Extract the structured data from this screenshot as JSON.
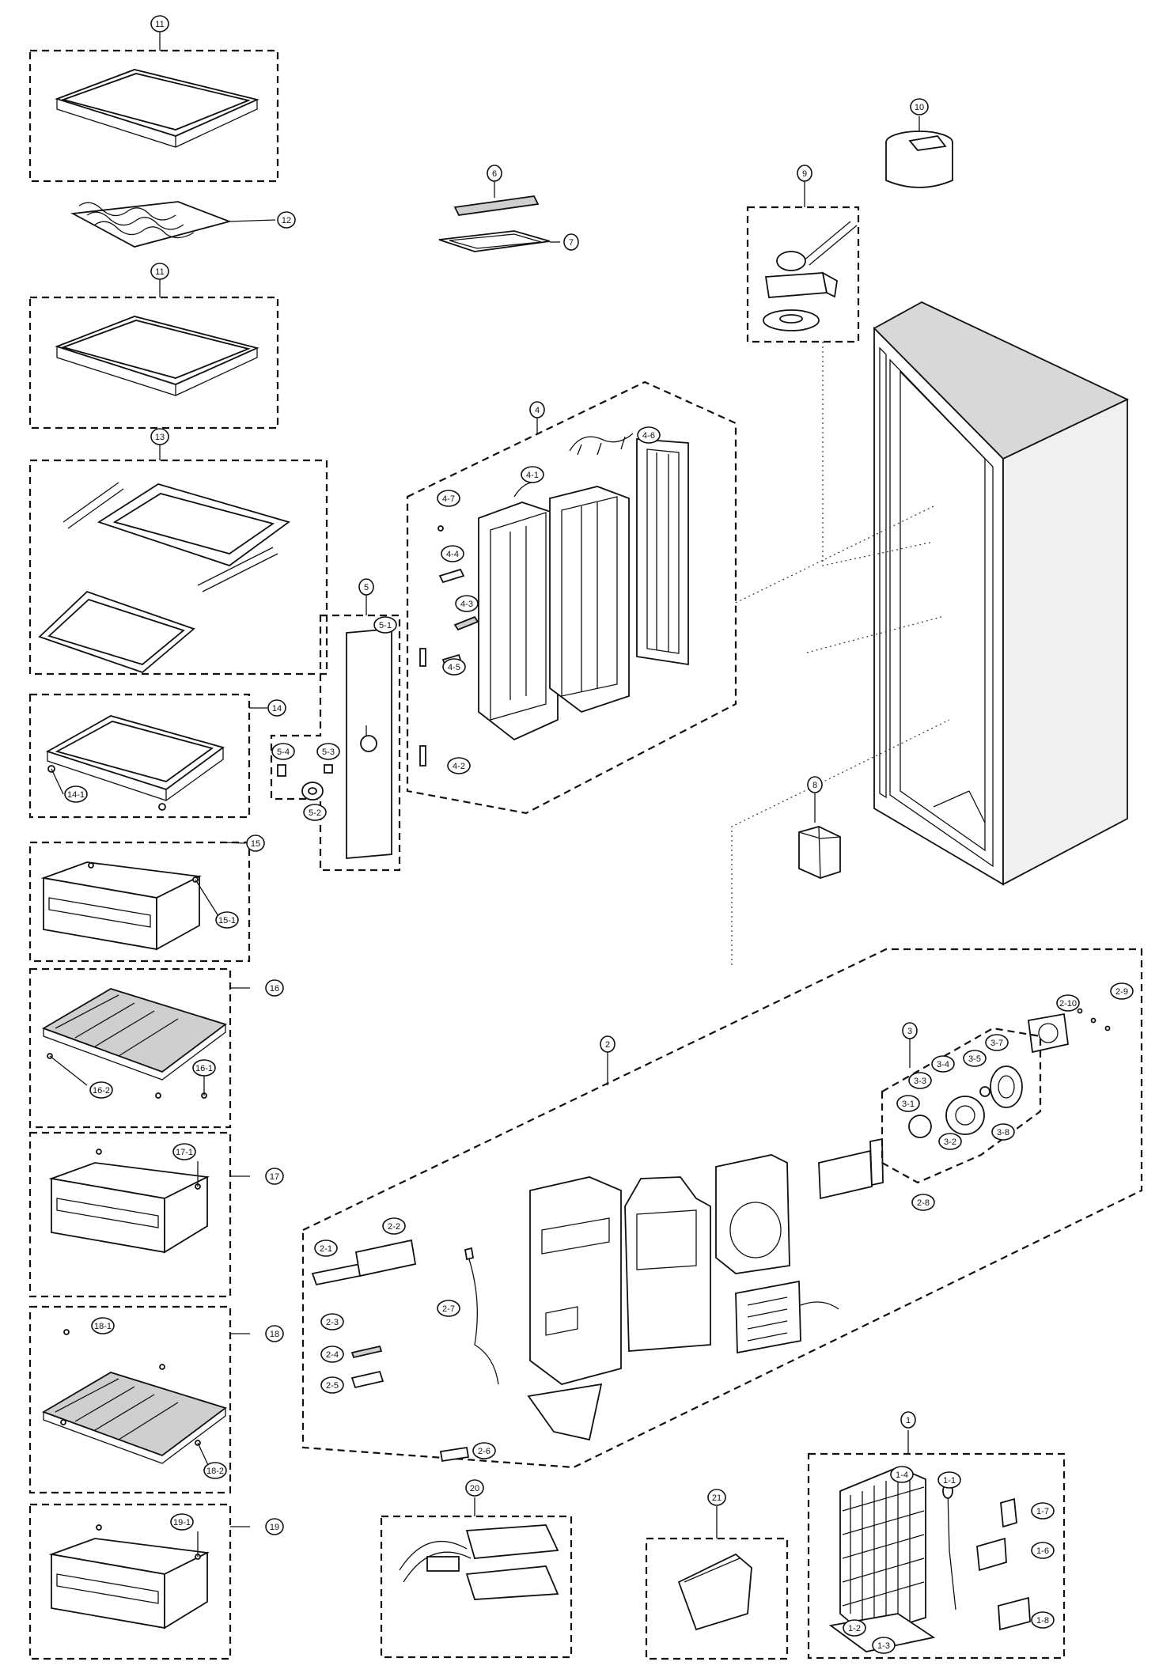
{
  "diagram": {
    "callouts": {
      "c11a": "11",
      "c12": "12",
      "c11b": "11",
      "c13": "13",
      "c14": "14",
      "c14_1": "14-1",
      "c15": "15",
      "c15_1": "15-1",
      "c16": "16",
      "c16_1": "16-1",
      "c16_2": "16-2",
      "c17": "17",
      "c17_1": "17-1",
      "c18": "18",
      "c18_1": "18-1",
      "c18_2": "18-2",
      "c19": "19",
      "c19_1": "19-1",
      "c20": "20",
      "c21": "21",
      "c6": "6",
      "c7": "7",
      "c9": "9",
      "c10": "10",
      "c8": "8",
      "c5": "5",
      "c5_1": "5-1",
      "c5_2": "5-2",
      "c5_3": "5-3",
      "c5_4": "5-4",
      "c4": "4",
      "c4_1": "4-1",
      "c4_2": "4-2",
      "c4_3": "4-3",
      "c4_4": "4-4",
      "c4_5": "4-5",
      "c4_6": "4-6",
      "c4_7": "4-7",
      "c2": "2",
      "c2_1": "2-1",
      "c2_2": "2-2",
      "c2_3": "2-3",
      "c2_4": "2-4",
      "c2_5": "2-5",
      "c2_6": "2-6",
      "c2_7": "2-7",
      "c2_8": "2-8",
      "c2_9": "2-9",
      "c2_10": "2-10",
      "c3": "3",
      "c3_1": "3-1",
      "c3_2": "3-2",
      "c3_3": "3-3",
      "c3_4": "3-4",
      "c3_5": "3-5",
      "c3_7": "3-7",
      "c3_8": "3-8",
      "c1": "1",
      "c1_1": "1-1",
      "c1_2": "1-2",
      "c1_3": "1-3",
      "c1_4": "1-4",
      "c1_6": "1-6",
      "c1_7": "1-7",
      "c1_8": "1-8"
    }
  }
}
